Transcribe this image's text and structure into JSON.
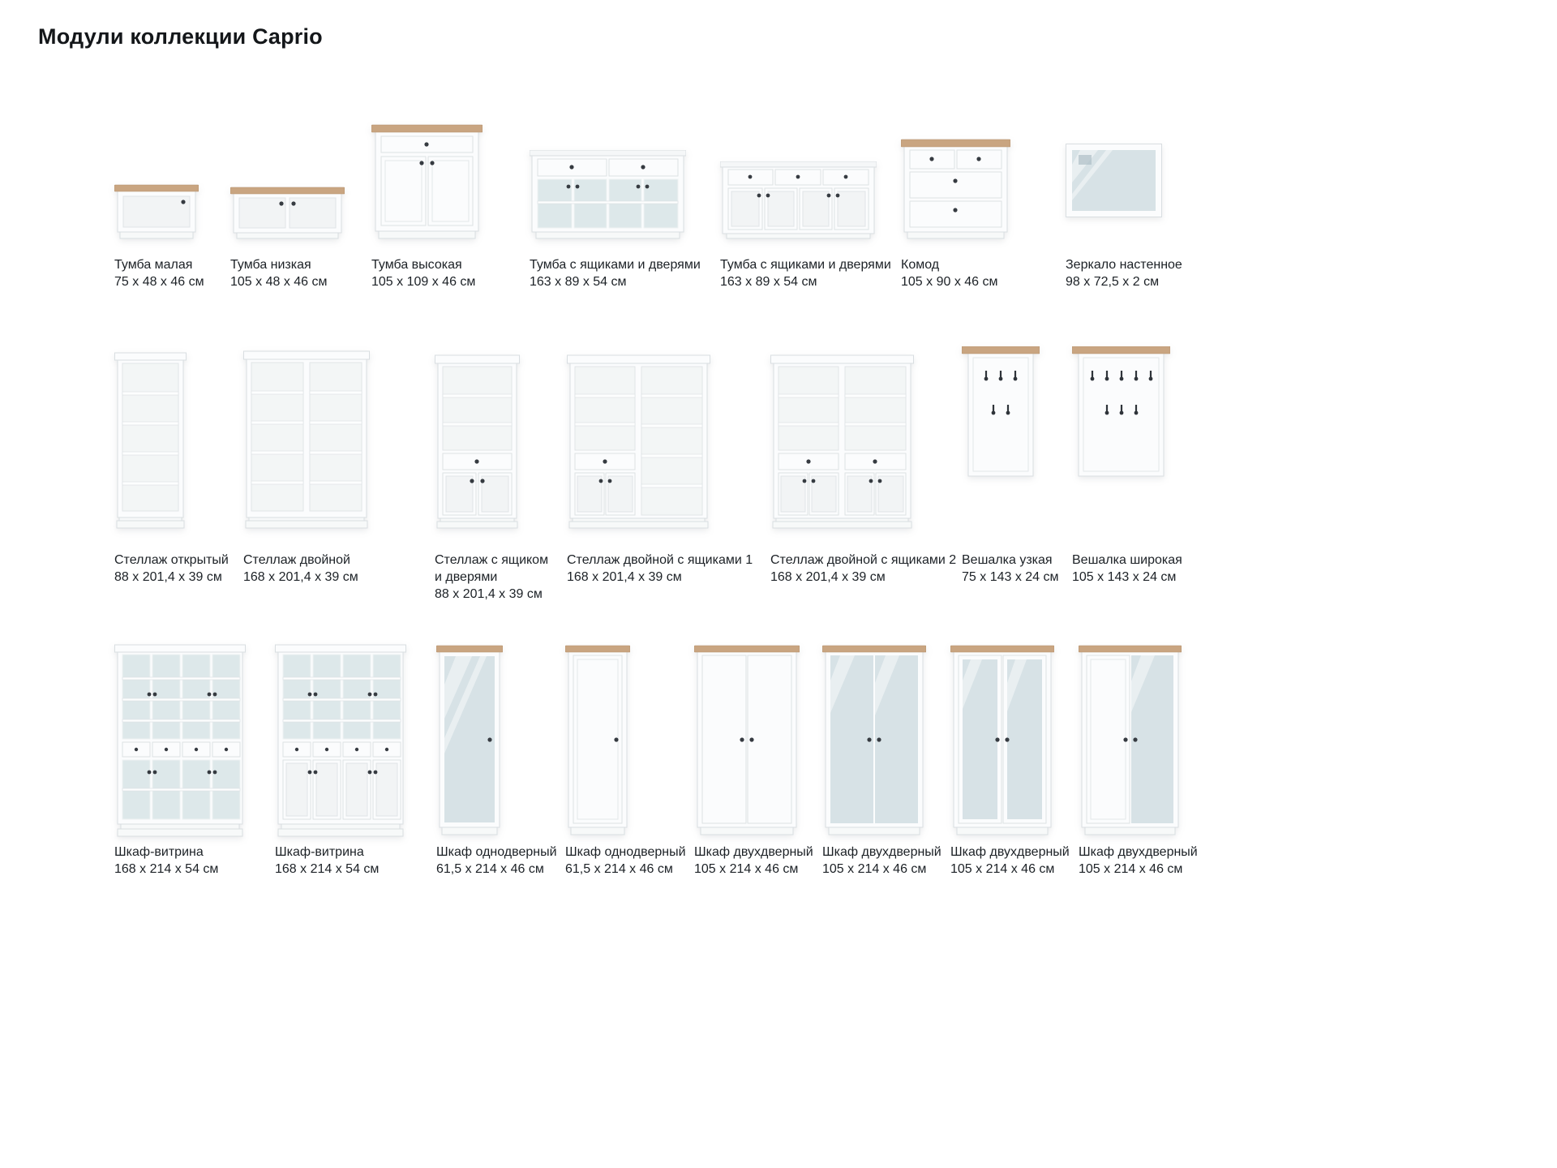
{
  "page_title": "Модули коллекции Caprio",
  "palette": {
    "background": "#ffffff",
    "text": "#1c2126",
    "furniture_white": "#fbfcfd",
    "wood_top": "#c9a581",
    "mirror_glass": "#d7e2e6",
    "knob": "#363b41"
  },
  "rows": [
    {
      "items": [
        {
          "name": "Тумба малая",
          "dims": "75 x 48 x 46 см"
        },
        {
          "name": "Тумба низкая",
          "dims": "105 x 48 x 46 см"
        },
        {
          "name": "Тумба высокая",
          "dims": "105 x 109 x 46 см"
        },
        {
          "name": "Тумба с ящиками и дверями",
          "dims": "163 x 89 x 54 см"
        },
        {
          "name": "Тумба с ящиками и дверями",
          "dims": "163 x 89 x 54 см"
        },
        {
          "name": "Комод",
          "dims": "105 x 90 x 46 см"
        },
        {
          "name": "Зеркало настенное",
          "dims": "98 x 72,5 x 2 см"
        }
      ]
    },
    {
      "items": [
        {
          "name": "Стеллаж открытый",
          "dims": "88 x 201,4 x 39 см"
        },
        {
          "name": "Стеллаж двойной",
          "dims": "168 x 201,4 x 39 см"
        },
        {
          "name": "Стеллаж с ящиком и дверями",
          "dims": "88 x 201,4 x 39 см"
        },
        {
          "name": "Стеллаж двойной с ящиками 1",
          "dims": "168 x 201,4 x 39 см"
        },
        {
          "name": "Стеллаж двойной с ящиками 2",
          "dims": "168 x 201,4 x 39 см"
        },
        {
          "name": "Вешалка узкая",
          "dims": "75 x 143 x 24 см"
        },
        {
          "name": "Вешалка широкая",
          "dims": "105 x 143 x 24 см"
        }
      ]
    },
    {
      "items": [
        {
          "name": "Шкаф-витрина",
          "dims": "168 x 214 x 54 см"
        },
        {
          "name": "Шкаф-витрина",
          "dims": "168 x 214 x 54 см"
        },
        {
          "name": "Шкаф однодверный",
          "dims": "61,5 x 214 x 46 см"
        },
        {
          "name": "Шкаф однодверный",
          "dims": "61,5 x 214 x 46 см"
        },
        {
          "name": "Шкаф двухдверный",
          "dims": "105 x 214 x 46 см"
        },
        {
          "name": "Шкаф двухдверный",
          "dims": "105 x 214 x 46 см"
        },
        {
          "name": "Шкаф двухдверный",
          "dims": "105 x 214 x 46 см"
        },
        {
          "name": "Шкаф двухдверный",
          "dims": "105 x 214 x 46 см"
        }
      ]
    }
  ]
}
